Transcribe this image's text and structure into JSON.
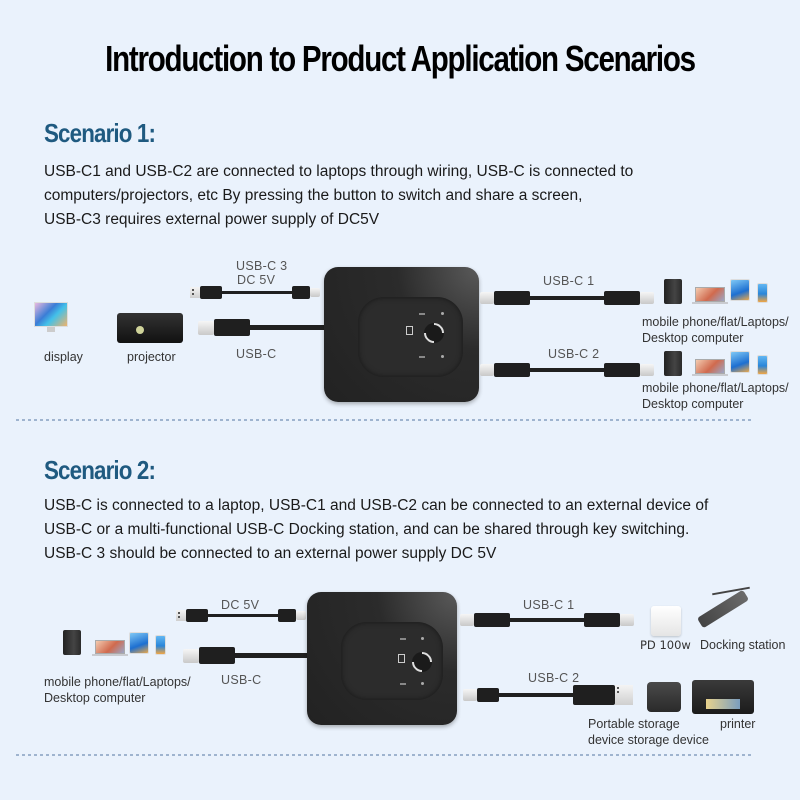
{
  "page": {
    "title": "Introduction to Product Application Scenarios"
  },
  "scenario1": {
    "heading": "Scenario 1:",
    "description_lines": [
      "USB-C1 and USB-C2 are connected to laptops through wiring, USB-C is connected to",
      "computers/projectors, etc   By pressing the button to switch and share a screen,",
      "USB-C3 requires external power supply of DC5V"
    ],
    "labels": {
      "power_cable_line1": "USB-C 3",
      "power_cable_line2": "DC 5V",
      "input_cable": "USB-C",
      "port1_cable": "USB-C 1",
      "port2_cable": "USB-C 2",
      "display": "display",
      "projector": "projector",
      "port1_devices_line1": "mobile phone/flat/Laptops/",
      "port1_devices_line2": "Desktop computer",
      "port2_devices_line1": "mobile phone/flat/Laptops/",
      "port2_devices_line2": "Desktop computer"
    }
  },
  "scenario2": {
    "heading": "Scenario 2:",
    "description_lines": [
      "USB-C is connected to a laptop, USB-C1 and USB-C2 can be connected to an external device of",
      "USB-C or a multi-functional USB-C Docking station, and can be shared through key switching.",
      "USB-C 3 should be connected to an external power supply DC 5V"
    ],
    "labels": {
      "power_cable": "DC 5V",
      "input_cable": "USB-C",
      "port1_cable": "USB-C 1",
      "port2_cable": "USB-C 2",
      "source_devices_line1": "mobile phone/flat/Laptops/",
      "source_devices_line2": "Desktop computer",
      "charger": "PD 100w",
      "dock": "Docking station",
      "storage_line1": "Portable storage",
      "storage_line2": "device storage device",
      "printer": "printer"
    }
  },
  "colors": {
    "background": "#eaf2fc",
    "heading": "#1f5a80",
    "title": "#000000",
    "device_body": "#2b2b2b",
    "divider": "#9fb4cf"
  }
}
